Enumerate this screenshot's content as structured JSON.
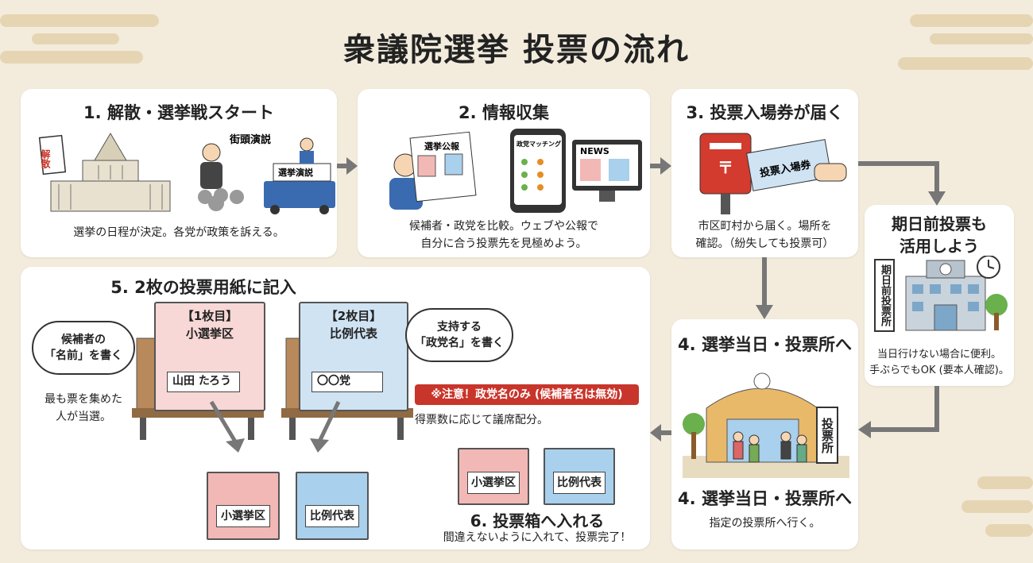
{
  "title": "衆議院選挙 投票の流れ",
  "steps": {
    "s1": {
      "title": "1. 解散・選挙戦スタート",
      "desc": "選挙の日程が決定。各党が政策を訴える。",
      "sign_kaisan": "解散",
      "speech_label": "街頭演説",
      "truck_banner": "選挙演説"
    },
    "s2": {
      "title": "2. 情報収集",
      "desc_line1": "候補者・政党を比較。ウェブや公報で",
      "desc_line2": "自分に合う投票先を見極めよう。",
      "bulletin_label": "選挙公報",
      "matching_label": "政党マッチング",
      "news_label": "NEWS"
    },
    "s3": {
      "title": "3. 投票入場券が届く",
      "desc_line1": "市区町村から届く。場所を",
      "desc_line2": "確認。（紛失しても投票可）",
      "ticket_label": "投票入場券"
    },
    "early": {
      "title_line1": "期日前投票も",
      "title_line2": "活用しよう",
      "sign": "期日前投票所",
      "desc_line1": "当日行けない場合に便利。",
      "desc_line2": "手ぶらでもOK (要本人確認)。"
    },
    "s4": {
      "title": "4. 選挙当日・投票所へ",
      "title_bottom": "4. 選挙当日・投票所へ",
      "desc": "指定の投票所へ行く。",
      "sign": "投票所"
    },
    "s5": {
      "title": "5. 2枚の投票用紙に記入",
      "ballot1_line1": "【1枚目】",
      "ballot1_line2": "小選挙区",
      "ballot1_value": "山田 たろう",
      "ballot2_line1": "【2枚目】",
      "ballot2_line2": "比例代表",
      "ballot2_value": "〇〇党",
      "bubble1_line1": "候補者の",
      "bubble1_line2": "「名前」を書く",
      "bubble2_line1": "支持する",
      "bubble2_line2": "「政党名」を書く",
      "note1_line1": "最も票を集めた",
      "note1_line2": "人が当選。",
      "warning": "※注意！政党名のみ (候補者名は無効)",
      "note2": "得票数に応じて議席配分。",
      "box1": "小選挙区",
      "box2": "比例代表"
    },
    "s6": {
      "title": "6. 投票箱へ入れる",
      "desc": "間違えないように入れて、投票完了！",
      "box1": "小選挙区",
      "box2": "比例代表"
    }
  },
  "colors": {
    "background": "#f3ecdd",
    "card": "#ffffff",
    "pink": "#f2b8b6",
    "blue": "#a9d0ec",
    "warning": "#c8352b",
    "arrow": "#777777"
  }
}
